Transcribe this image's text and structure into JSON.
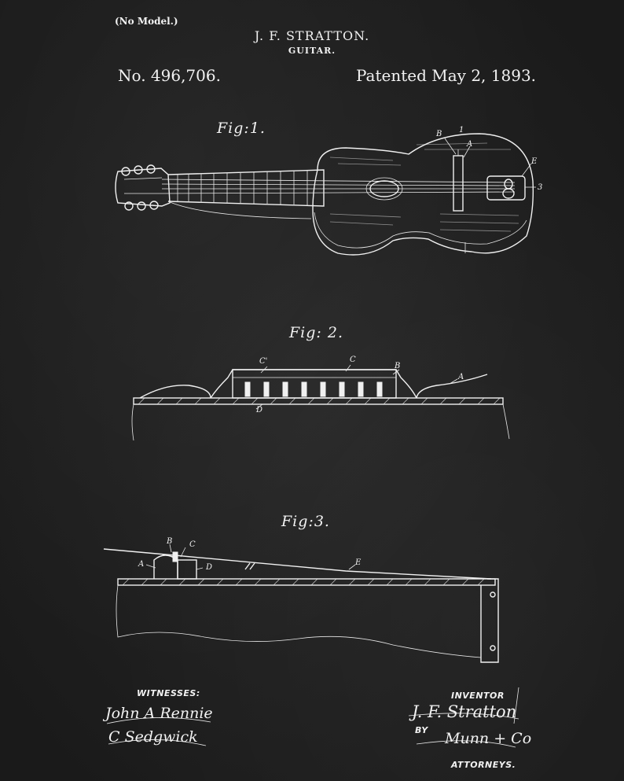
{
  "header": {
    "no_model": "(No Model.)",
    "inventor": "J. F. STRATTON.",
    "subject": "GUITAR.",
    "patent_number": "No. 496,706.",
    "patent_date": "Patented May 2, 1893."
  },
  "figures": {
    "fig1": {
      "label": "Fig:1.",
      "refs": {
        "B": "B",
        "one": "1",
        "A": "A",
        "E": "E",
        "three": "3"
      }
    },
    "fig2": {
      "label": "Fig: 2.",
      "refs": {
        "C_prime": "C'",
        "C": "C",
        "B": "B",
        "A": "A",
        "D": "D"
      }
    },
    "fig3": {
      "label": "Fig:3.",
      "refs": {
        "B": "B",
        "C": "C",
        "A": "A",
        "D": "D",
        "E": "E"
      }
    }
  },
  "footer": {
    "witnesses_label": "WITNESSES:",
    "witness_1": "John A Rennie",
    "witness_2": "C Sedgwick",
    "inventor_label": "INVENTOR",
    "inventor_signature": "J. F. Stratton",
    "by_label": "BY",
    "attorney_signature": "Munn + Co",
    "attorneys_label": "ATTORNEYS."
  },
  "colors": {
    "background": "#1f1f1f",
    "ink": "#f2f2f2"
  }
}
